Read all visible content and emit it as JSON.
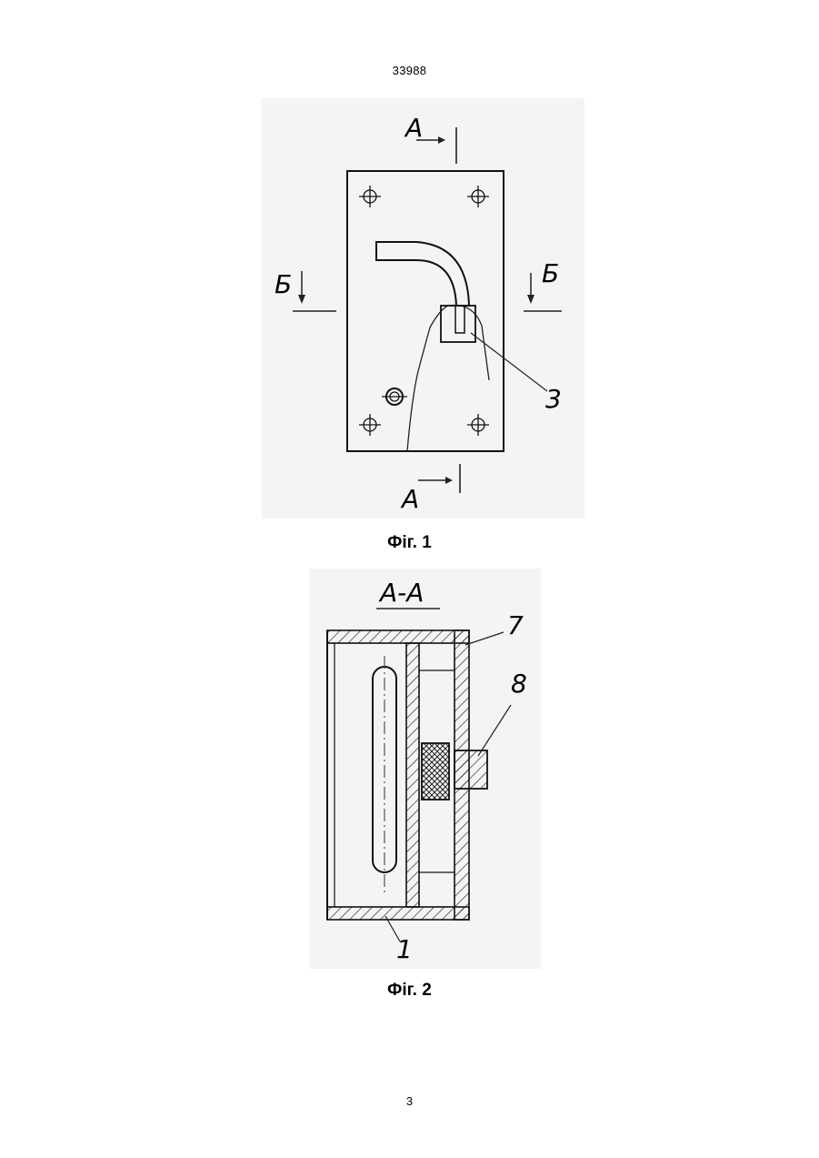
{
  "header": {
    "document_number": "33988"
  },
  "figures": [
    {
      "caption": "Фіг. 1",
      "labels": {
        "section_top": "A",
        "section_bottom": "A",
        "side_left": "Б",
        "side_right": "Б",
        "part_3": "3"
      }
    },
    {
      "caption": "Фіг. 2",
      "labels": {
        "section_title": "A-A",
        "part_7": "7",
        "part_8": "8",
        "part_1": "1"
      }
    }
  ],
  "footer": {
    "page_number": "3"
  }
}
